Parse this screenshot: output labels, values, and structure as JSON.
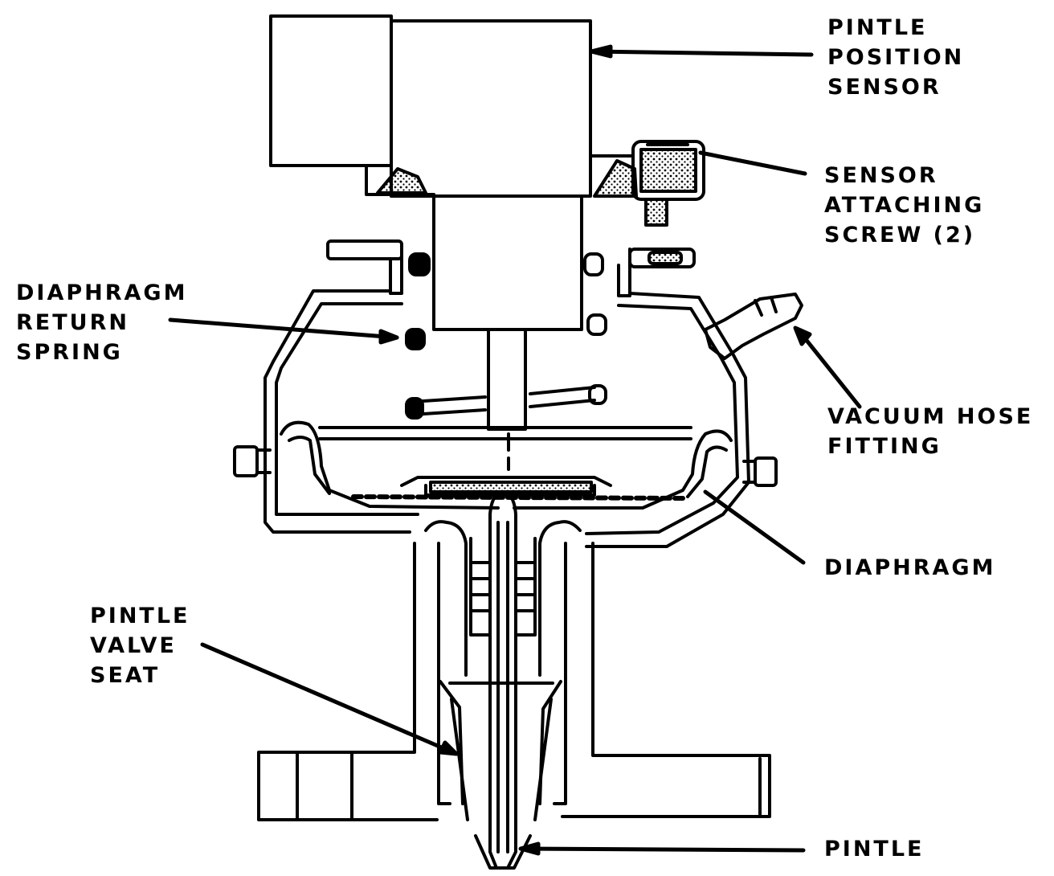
{
  "labels": {
    "pintle_position_sensor": [
      "PINTLE",
      "POSITION",
      "SENSOR"
    ],
    "sensor_attaching_screw": [
      "SENSOR",
      "ATTACHING",
      "SCREW (2)"
    ],
    "diaphragm_return_spring": [
      "DIAPHRAGM",
      "RETURN",
      "SPRING"
    ],
    "vacuum_hose_fitting": [
      "VACUUM HOSE",
      "FITTING"
    ],
    "diaphragm": [
      "DIAPHRAGM"
    ],
    "pintle_valve_seat": [
      "PINTLE",
      "VALVE",
      "SEAT"
    ],
    "pintle": [
      "PINTLE"
    ]
  },
  "colors": {
    "ink": "#000000",
    "paper": "#ffffff"
  }
}
